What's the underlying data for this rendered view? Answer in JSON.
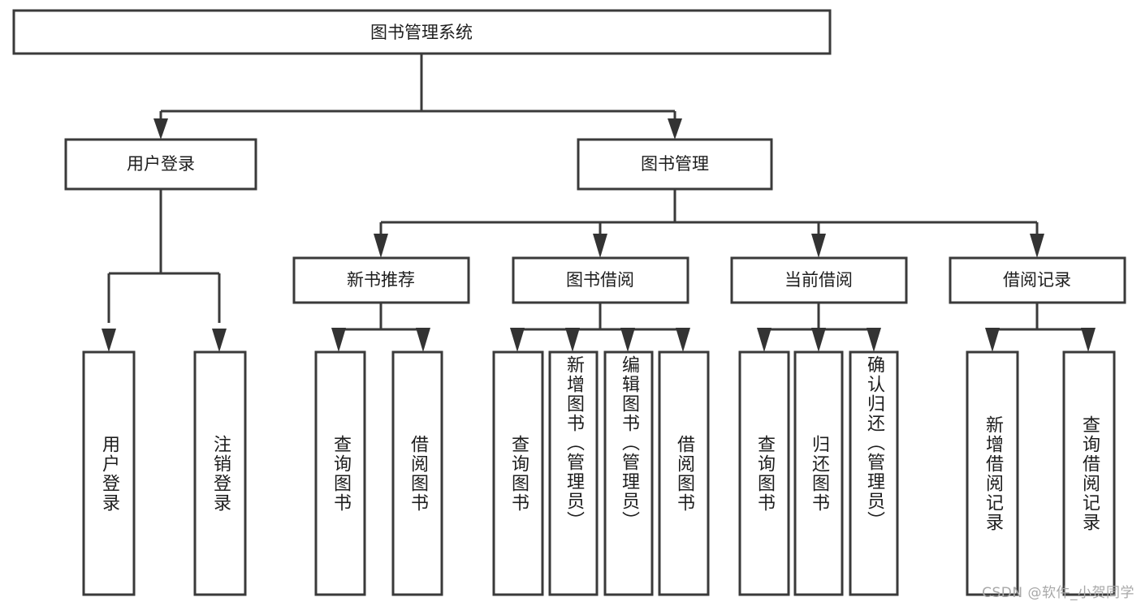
{
  "diagram": {
    "title": "图书管理系统",
    "type": "tree-hierarchy",
    "root": {
      "id": "root",
      "label": "图书管理系统"
    },
    "level2": [
      {
        "id": "user-login",
        "label": "用户登录"
      },
      {
        "id": "book-manage",
        "label": "图书管理"
      }
    ],
    "level3": [
      {
        "id": "new-book-rec",
        "label": "新书推荐",
        "parent": "book-manage"
      },
      {
        "id": "book-borrow",
        "label": "图书借阅",
        "parent": "book-manage"
      },
      {
        "id": "current-borrow",
        "label": "当前借阅",
        "parent": "book-manage"
      },
      {
        "id": "borrow-record",
        "label": "借阅记录",
        "parent": "book-manage"
      }
    ],
    "leaves": [
      {
        "id": "leaf-user-login",
        "label": "用户登录",
        "parent": "user-login"
      },
      {
        "id": "leaf-logout",
        "label": "注销登录",
        "parent": "user-login"
      },
      {
        "id": "leaf-query-book-1",
        "label": "查询图书",
        "parent": "new-book-rec"
      },
      {
        "id": "leaf-borrow-book-1",
        "label": "借阅图书",
        "parent": "new-book-rec"
      },
      {
        "id": "leaf-query-book-2",
        "label": "查询图书",
        "parent": "book-borrow"
      },
      {
        "id": "leaf-add-book",
        "label": "新增图书（管理员）",
        "parent": "book-borrow"
      },
      {
        "id": "leaf-edit-book",
        "label": "编辑图书（管理员）",
        "parent": "book-borrow"
      },
      {
        "id": "leaf-borrow-book-2",
        "label": "借阅图书",
        "parent": "book-borrow"
      },
      {
        "id": "leaf-query-book-3",
        "label": "查询图书",
        "parent": "current-borrow"
      },
      {
        "id": "leaf-return-book",
        "label": "归还图书",
        "parent": "current-borrow"
      },
      {
        "id": "leaf-confirm-return",
        "label": "确认归还（管理员）",
        "parent": "current-borrow"
      },
      {
        "id": "leaf-add-record",
        "label": "新增借阅记录",
        "parent": "borrow-record"
      },
      {
        "id": "leaf-query-record",
        "label": "查询借阅记录",
        "parent": "borrow-record"
      }
    ],
    "watermark": "CSDN @软件_小贺同学",
    "colors": {
      "stroke": "#3a3a3a",
      "fill": "#ffffff",
      "text": "#1d1d1d",
      "watermark": "#a8a8a8"
    }
  }
}
